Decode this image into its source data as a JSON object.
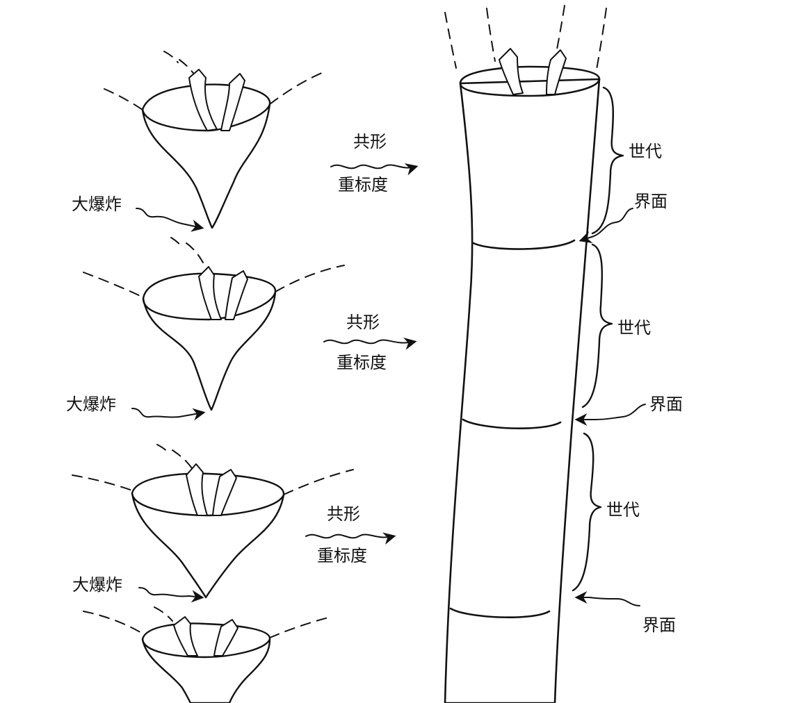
{
  "colors": {
    "ink": "#111111",
    "paper": "#ffffff"
  },
  "funnels": [
    {
      "label": "大爆炸"
    },
    {
      "label": "大爆炸"
    },
    {
      "label": "大爆炸"
    }
  ],
  "mappings": [
    {
      "top": "共形",
      "bottom": "重标度"
    },
    {
      "top": "共形",
      "bottom": "重标度"
    },
    {
      "top": "共形",
      "bottom": "重标度"
    }
  ],
  "tube": {
    "aeons": [
      "世代",
      "世代",
      "世代"
    ],
    "crossovers": [
      "界面",
      "界面",
      "界面"
    ]
  }
}
